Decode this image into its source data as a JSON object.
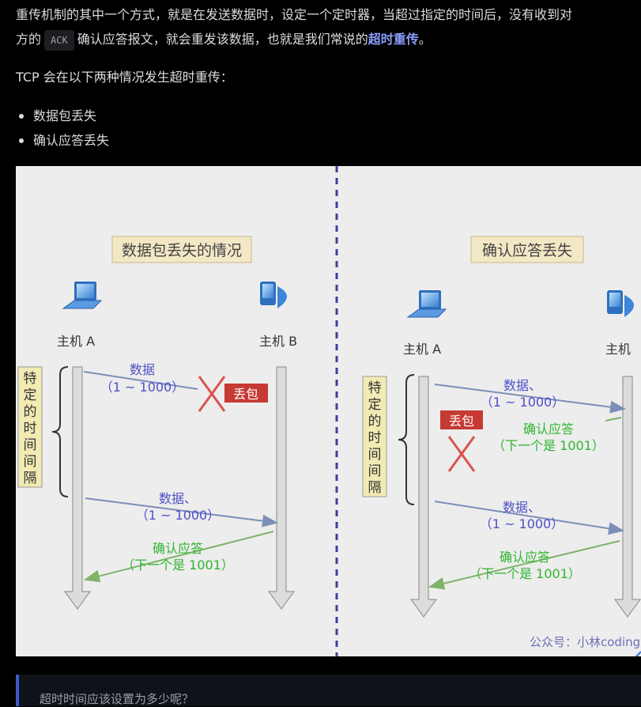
{
  "article": {
    "para1": {
      "line1": "重传机制的其中一个方式，就是在发送数据时，设定一个定时器，当超过指定的时间后，没有收到对",
      "line2_prefix": "方的",
      "code": "ACK",
      "line2_middle": "确认应答报文，就会重发该数据，也就是我们常说的",
      "emphasis": "超时重传",
      "line2_suffix": "。"
    },
    "para2": "TCP 会在以下两种情况发生超时重传：",
    "bullets": [
      "数据包丢失",
      "确认应答丢失"
    ]
  },
  "figure": {
    "left": {
      "title": "数据包丢失的情况",
      "host_a": "主机 A",
      "host_b": "主机 B",
      "timer_label": [
        "特",
        "定",
        "的",
        "时",
        "间",
        "间",
        "隔"
      ],
      "data1": "数据",
      "data1_range": "（1 ~ 1000）",
      "lost_tag": "丢包",
      "data2": "数据、",
      "data2_range": "（1 ~ 1000）",
      "ack": "确认应答",
      "ack_next": "（下一个是 1001）"
    },
    "right": {
      "title": "确认应答丢失",
      "host_a": "主机 A",
      "host_b": "主机",
      "timer_label": [
        "特",
        "定",
        "的",
        "时",
        "间",
        "间",
        "隔"
      ],
      "data1": "数据、",
      "data1_range": "（1 ~ 1000）",
      "lost_tag": "丢包",
      "ack1": "确认应答",
      "ack1_next": "（下一个是 1001）",
      "data2": "数据、",
      "data2_range": "（1 ~ 1000）",
      "ack2": "确认应答",
      "ack2_next": "（下一个是 1001）"
    },
    "watermark": "公众号：小林coding"
  },
  "quote": {
    "text": "超时时间应该设置为多少呢？"
  },
  "colors": {
    "data_text": "#4f4fc8",
    "ack_text": "#2fb52f",
    "lost_red": "#c63a33",
    "arrow_blue": "#7b8fb8",
    "arrow_green": "#7fb36a",
    "title_bg": "#f3e8c5",
    "divider": "#3b3f9e"
  }
}
